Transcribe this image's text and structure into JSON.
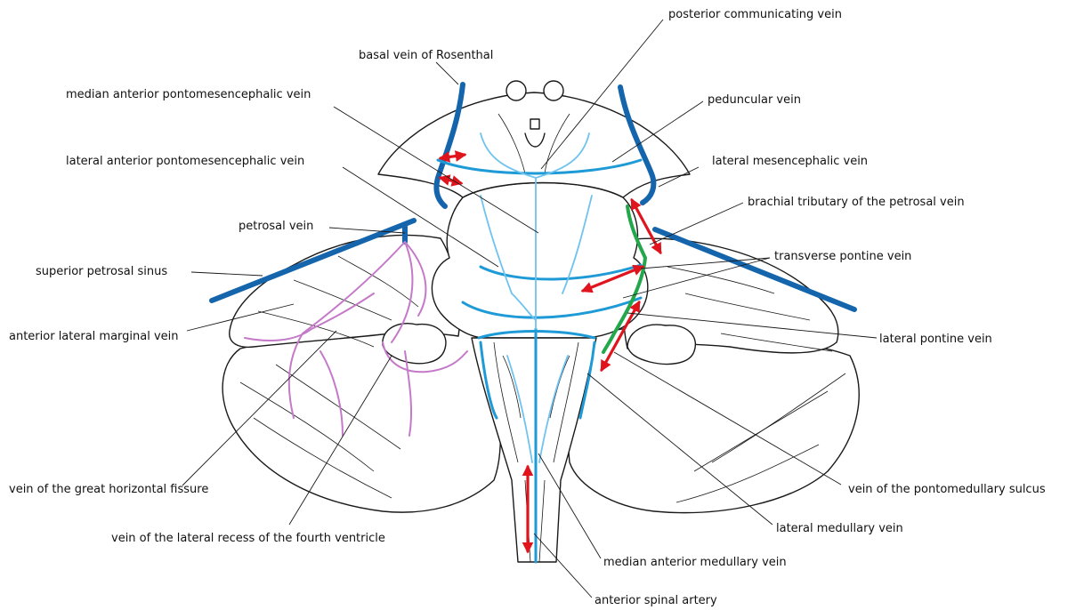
{
  "labels": {
    "posterior_communicating_vein": "posterior communicating vein",
    "basal_vein_of_rosenthal": "basal vein of Rosenthal",
    "median_anterior_pontomesencephalic_vein": "median anterior pontomesencephalic vein",
    "peduncular_vein": "peduncular vein",
    "lateral_anterior_pontomesencephalic_vein": "lateral anterior pontomesencephalic vein",
    "lateral_mesencephalic_vein": "lateral mesencephalic vein",
    "brachial_tributary_of_the_petrosal_vein": "brachial tributary of the petrosal vein",
    "petrosal_vein": "petrosal vein",
    "transverse_pontine_vein": "transverse pontine vein",
    "superior_petrosal_sinus": "superior petrosal sinus",
    "anterior_lateral_marginal_vein": "anterior lateral marginal vein",
    "lateral_pontine_vein": "lateral pontine vein",
    "vein_of_the_great_horizontal_fissure": "vein of the great horizontal fissure",
    "vein_of_the_pontomedullary_sulcus": "vein of the pontomedullary sulcus",
    "vein_of_the_lateral_recess_of_the_fourth_ventricle": "vein of the lateral recess of the fourth ventricle",
    "lateral_medullary_vein": "lateral medullary vein",
    "median_anterior_medullary_vein": "median anterior medullary vein",
    "anterior_spinal_artery": "anterior spinal artery"
  },
  "colors": {
    "outline": "#1a1a1a",
    "vein_light_blue": "#6fc3ee",
    "vein_mid_blue": "#1e9ad6",
    "vein_dark_blue": "#1565ad",
    "vein_purple": "#c47ac8",
    "vein_green": "#22a84a",
    "flow_arrow_red": "#e0141c"
  }
}
